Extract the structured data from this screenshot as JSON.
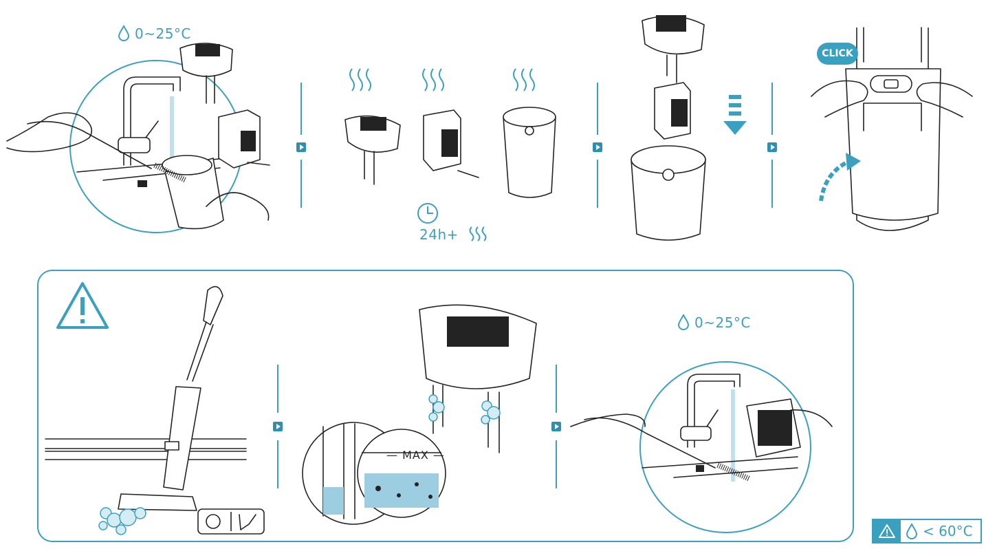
{
  "colors": {
    "accent": "#3aa0c0",
    "ink": "#232323"
  },
  "labels": {
    "temp_top": "0~25°C",
    "temp_panel": "0~25°C",
    "dry_time": "24h+",
    "click": "CLICK",
    "max": "MAX",
    "badge_temp": "< 60°C"
  },
  "icons": [
    "water-drop-icon",
    "warning-icon",
    "clock-icon",
    "steam-icon",
    "arrow-down-icon",
    "arrow-up-icon",
    "next-step-icon"
  ]
}
